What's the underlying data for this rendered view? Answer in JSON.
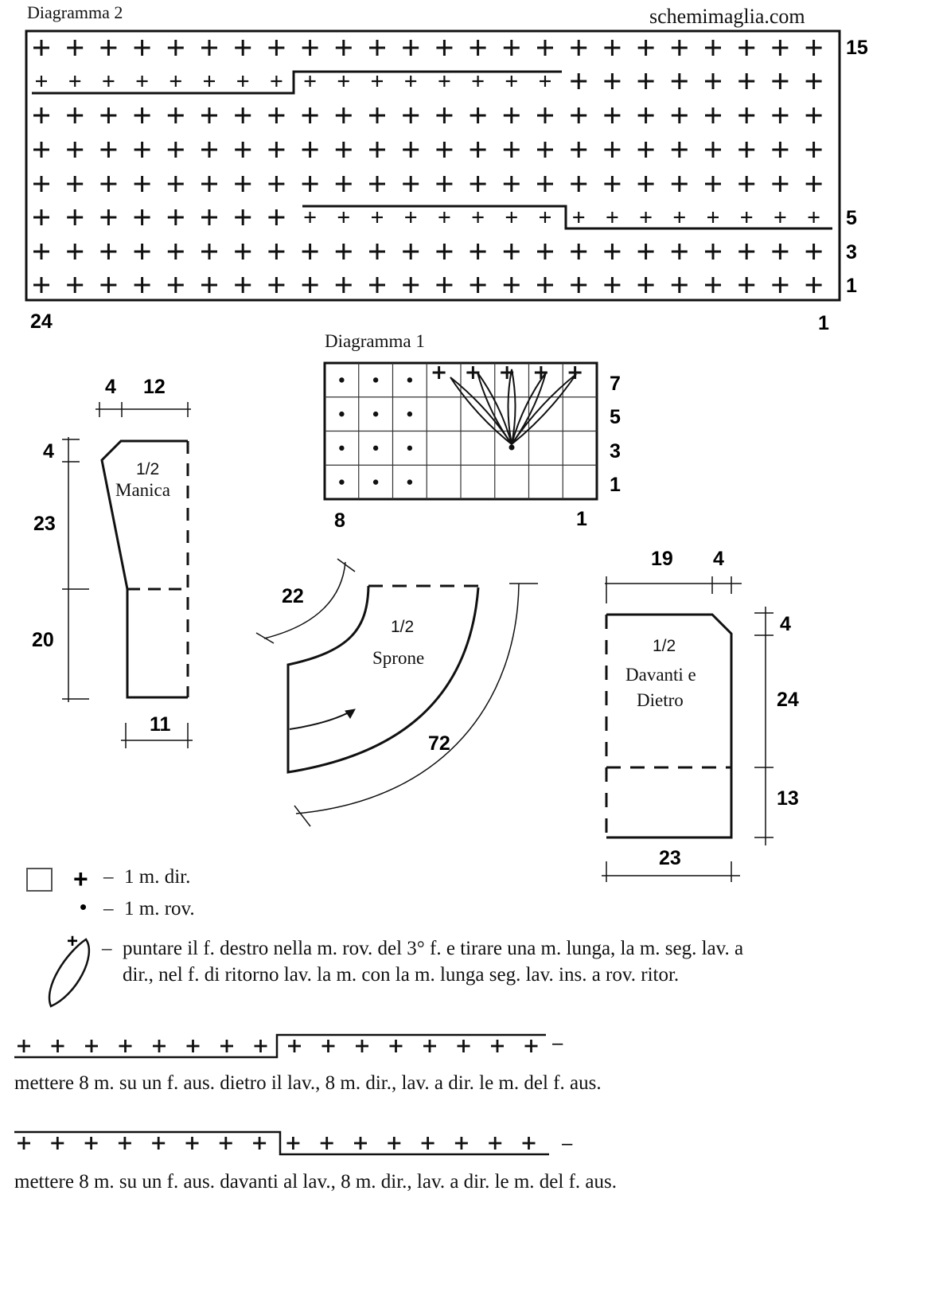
{
  "site": "schemimaglia.com",
  "diagramma2": {
    "title": "Diagramma 2",
    "col_left": "24",
    "col_right": "1",
    "row_labels": [
      "15",
      "5",
      "3",
      "1"
    ],
    "symbol": "+"
  },
  "diagramma1": {
    "title": "Diagramma 1",
    "col_left": "8",
    "col_right": "1",
    "row_labels": [
      "7",
      "5",
      "3",
      "1"
    ],
    "dot": "•",
    "plus": "+"
  },
  "manica": {
    "label_top": "1/2",
    "label": "Manica",
    "dims": {
      "top_a": "4",
      "top_b": "12",
      "left_top": "4",
      "left_mid": "23",
      "left_low": "20",
      "bottom": "11"
    }
  },
  "sprone": {
    "label_top": "1/2",
    "label": "Sprone",
    "dims": {
      "inner": "22",
      "outer": "72"
    }
  },
  "davanti": {
    "label_top": "1/2",
    "label_line1": "Davanti e",
    "label_line2": "Dietro",
    "dims": {
      "top_a": "19",
      "top_b": "4",
      "right_top": "4",
      "right_mid": "24",
      "right_low": "13",
      "bottom": "23"
    }
  },
  "legend": {
    "dir": "1 m. dir.",
    "rov": "1 m. rov.",
    "dash": "–",
    "long_stitch_line1": "puntare il f. destro nella m. rov. del 3° f. e tirare una m. lunga, la m. seg. lav. a",
    "long_stitch_line2": "dir., nel f. di ritorno lav. la m. con la m. lunga seg. lav. ins. a rov. ritor.",
    "cable_back": "mettere 8 m. su un f. aus. dietro il lav., 8 m. dir., lav. a dir. le m. del f. aus.",
    "cable_front": "mettere 8 m. su un f. aus. davanti al lav., 8 m. dir., lav. a dir. le m. del f. aus."
  }
}
